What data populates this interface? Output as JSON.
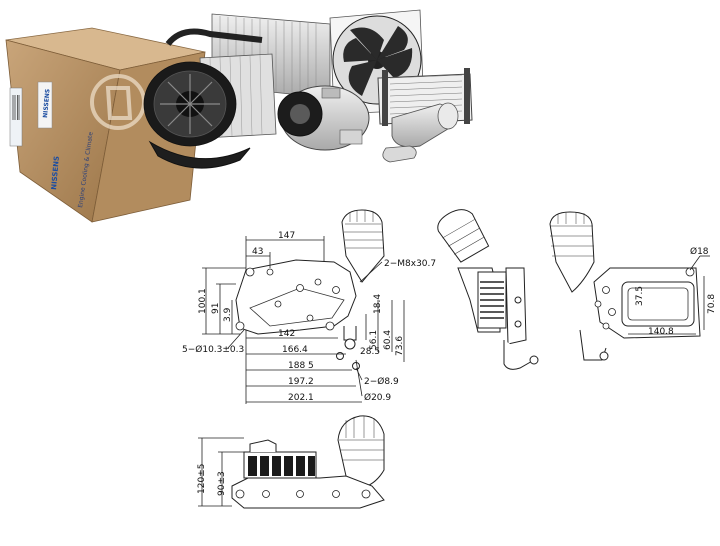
{
  "box": {
    "brand": "NISSENS",
    "brand_side": "NISSENS",
    "slogan": "Engine Cooling & Climate"
  },
  "front_view": {
    "dims_top": [
      "147",
      "43"
    ],
    "dims_left": [
      "100.1",
      "91",
      "3.9"
    ],
    "dims_right": [
      "18.4",
      "28.5",
      "56.1",
      "60.4",
      "73.6"
    ],
    "thread_label": "2−M8x30.7",
    "hole_label": "5−Ø10.3±0.3",
    "dims_bottom": [
      "142",
      "166.4",
      "188 5",
      "197.2",
      "202.1"
    ],
    "pin_label": "2−Ø8.9",
    "flange_label": "Ø20.9"
  },
  "right_view": {
    "dims": [
      "Ø18",
      "70.8",
      "37.5",
      "140.8"
    ]
  },
  "bottom_view": {
    "dims": [
      "120±5",
      "90±3"
    ]
  }
}
